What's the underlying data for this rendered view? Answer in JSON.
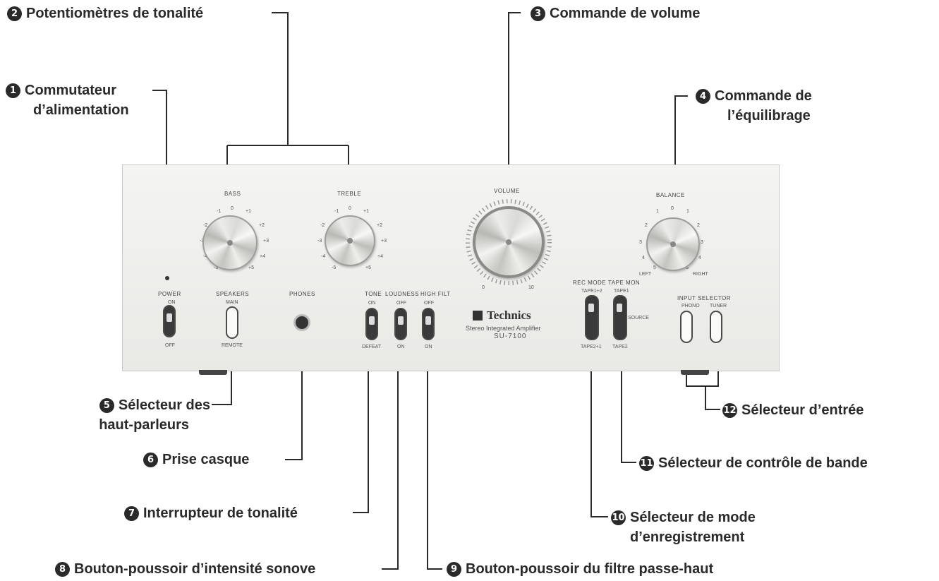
{
  "callouts": {
    "c1": {
      "num": "1",
      "line1": "Commutateur",
      "line2": "d’alimentation"
    },
    "c2": {
      "num": "2",
      "text": "Potentiomètres de tonalité"
    },
    "c3": {
      "num": "3",
      "text": "Commande de volume"
    },
    "c4": {
      "num": "4",
      "line1": "Commande de",
      "line2": "l’équilibrage"
    },
    "c5": {
      "num": "5",
      "line1": "Sélecteur des",
      "line2": "haut-parleurs"
    },
    "c6": {
      "num": "6",
      "text": "Prise casque"
    },
    "c7": {
      "num": "7",
      "text": "Interrupteur de tonalité"
    },
    "c8": {
      "num": "8",
      "text": "Bouton-poussoir d’intensité sonove"
    },
    "c9": {
      "num": "9",
      "text": "Bouton-poussoir du filtre passe-haut"
    },
    "c10": {
      "num": "10",
      "line1": "Sélecteur de mode",
      "line2": "d’enregistrement"
    },
    "c11": {
      "num": "11",
      "text": "Sélecteur de contrôle de bande"
    },
    "c12": {
      "num": "12",
      "text": "Sélecteur d’entrée"
    }
  },
  "panel": {
    "bass": "BASS",
    "treble": "TREBLE",
    "volume": "VOLUME",
    "balance": "BALANCE",
    "power": "POWER",
    "power_on": "ON",
    "power_off": "OFF",
    "speakers": "SPEAKERS",
    "speakers_main": "MAIN",
    "speakers_remote": "REMOTE",
    "phones": "PHONES",
    "tone": "TONE",
    "loudness": "LOUDNESS",
    "high_filt": "HIGH FILT",
    "tone_on": "ON",
    "tone_off": "DEFEAT",
    "loud_off": "OFF",
    "loud_on": "ON",
    "hf_off": "OFF",
    "hf_on": "ON",
    "rec_mode": "REC MODE",
    "tape_mon": "TAPE MON",
    "rec_top": "TAPE1+2",
    "rec_bottom": "TAPE2+1",
    "mon_top": "TAPE1",
    "mon_mid": "SOURCE",
    "mon_bottom": "TAPE2",
    "input_selector": "INPUT SELECTOR",
    "phono": "PHONO",
    "tuner": "TUNER",
    "brand": "Technics",
    "model_desc": "Stereo Integrated Amplifier",
    "model": "SU-7100",
    "bal_left": "LEFT",
    "bal_right": "RIGHT",
    "tone_scale": [
      "-5",
      "-4",
      "-3",
      "-2",
      "-1",
      "0",
      "+1",
      "+2",
      "+3",
      "+4",
      "+5"
    ],
    "bal_scale": [
      "5",
      "4",
      "3",
      "2",
      "1",
      "0",
      "1",
      "2",
      "3",
      "4",
      "5"
    ],
    "vol_min": "0",
    "vol_max": "10"
  },
  "colors": {
    "ink": "#2a2a2a",
    "panel": "#eeeeeb"
  }
}
